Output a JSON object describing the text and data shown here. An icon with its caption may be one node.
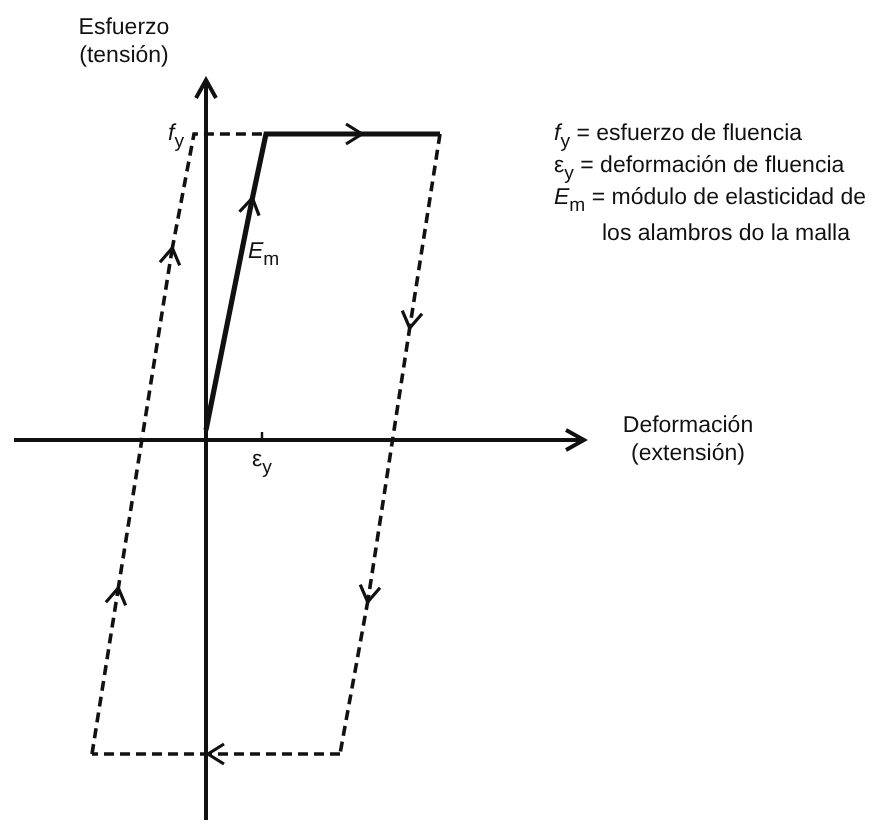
{
  "diagram": {
    "labels": [
      "Esfuerzo (tensión)",
      "*f*$_{y}$",
      "*E*$_{m}$",
      "ε$_{y}$",
      "Deformación (extensión)",
      "*f*$_{y}$ = esfuerzo de fluencia",
      "ε$_{y}$ = deformación de fluencia",
      "*E*$_{m}$ = módulo de elasticidad de los alambros do la malla"
    ]
  }
}
